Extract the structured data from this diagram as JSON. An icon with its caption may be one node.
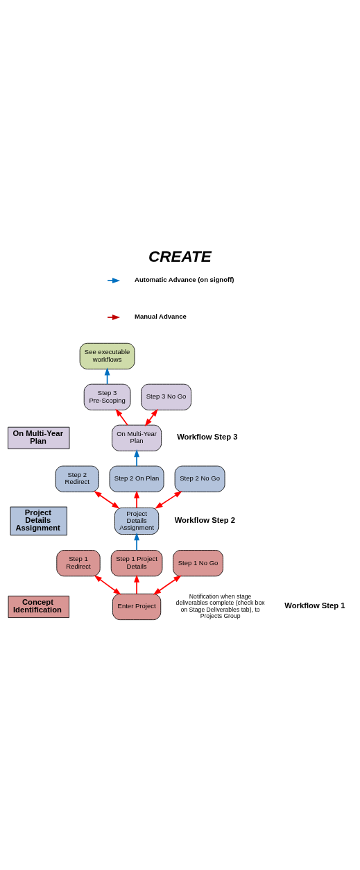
{
  "diagram": {
    "title": "CREATE",
    "nodes": [
      {
        "text": [
          "Concept Identification"
        ]
      },
      {
        "text": [
          "Project Details Assignment"
        ]
      },
      {
        "text": [
          "On Multi-Year Plan"
        ]
      },
      {
        "text": [
          "Enter Project"
        ]
      },
      {
        "text": [
          "Step 1 Redirect"
        ]
      },
      {
        "text": [
          "Step 1 Project Details"
        ]
      },
      {
        "text": [
          "Step 1 No Go"
        ]
      },
      {
        "text": [
          "Project Details Assignment"
        ]
      },
      {
        "text": [
          "Step 2 Redirect"
        ]
      },
      {
        "text": [
          "Step 2 On Plan"
        ]
      },
      {
        "text": [
          "Step 2 No Go"
        ]
      },
      {
        "text": [
          "On Multi-Year Plan"
        ]
      },
      {
        "text": [
          "Step 3 Pre-Scoping"
        ]
      },
      {
        "text": [
          "Step 3 No Go"
        ]
      },
      {
        "text": [
          "See executable workflows"
        ]
      }
    ],
    "edges": [
      {
        "from": 3,
        "to": 4,
        "arrow": "both"
      },
      {
        "from": 3,
        "to": 5,
        "arrow": "to"
      },
      {
        "from": 3,
        "to": 6,
        "arrow": "both"
      },
      {
        "from": 5,
        "to": 7,
        "arrow": "to",
        "color": "#0070c0"
      },
      {
        "from": 7,
        "to": 8,
        "arrow": "both"
      },
      {
        "from": 7,
        "to": 9,
        "arrow": "to"
      },
      {
        "from": 7,
        "to": 10,
        "arrow": "both"
      },
      {
        "from": 9,
        "to": 11,
        "arrow": "to",
        "color": "#0070c0"
      },
      {
        "from": 11,
        "to": 12,
        "arrow": "to"
      },
      {
        "from": 11,
        "to": 13,
        "arrow": "both"
      },
      {
        "from": 12,
        "to": 14,
        "arrow": "to",
        "color": "#0070c0"
      }
    ],
    "labels": [
      "Notification when stage deliverables complete (check box on Stage Deliverables tab), to Projects Group",
      "Workflow Step 1",
      "Workflow Step 2",
      "Workflow Step 3"
    ],
    "legend": [
      {
        "text": "Automatic Advance (on signoff)"
      },
      {
        "text": "Manual Advance"
      }
    ]
  }
}
